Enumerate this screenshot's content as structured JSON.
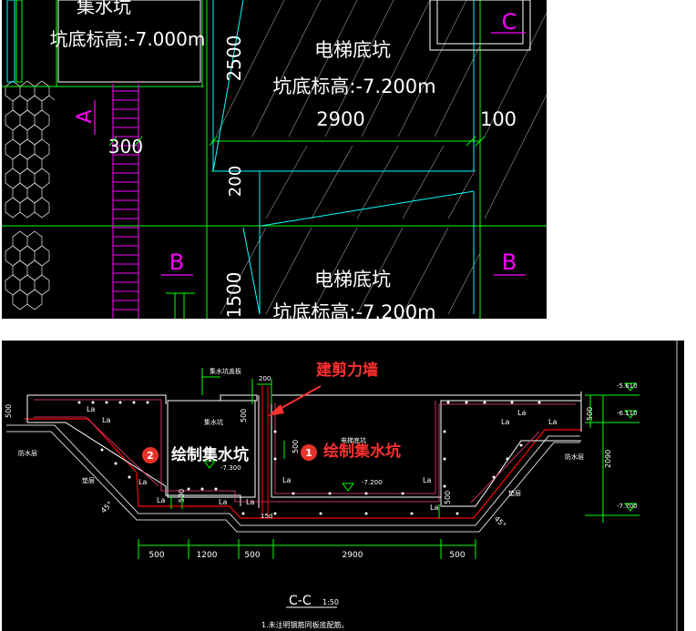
{
  "top_plan": {
    "sump_label": "集水坑",
    "sump_elevation": "坑底标高:-7.000m",
    "pit_upper_label": "电梯底坑",
    "pit_upper_elevation": "坑底标高:-7.200m",
    "pit_lower_label": "电梯底坑",
    "pit_lower_elevation": "坑底标高:-7.200m",
    "dim_2500": "2500",
    "dim_2900": "2900",
    "dim_100": "100",
    "dim_300": "300",
    "dim_200": "200",
    "dim_1500": "1500",
    "marker_a": "A",
    "marker_b_left": "B",
    "marker_b_right": "B",
    "marker_c": "C"
  },
  "section": {
    "callout_wall": "建剪力墙",
    "badge_1": "1",
    "label_1": "绘制集水坑",
    "badge_2": "2",
    "label_2": "绘制集水坑",
    "sump_label": "集水坑",
    "pit_label": "电梯底坑",
    "board_label": "集水坑盖板",
    "lev_top": "-5.610",
    "lev_mid": "-6.110",
    "lev_bot": "-7.700",
    "lev_sump": "-7.300",
    "lev_pit": "-7.200",
    "dim_500_right": "500",
    "dim_2090": "2090",
    "dim_200_top": "200",
    "dim_500_v": "500",
    "dim_500_v2": "500",
    "dim_500_v3": "500",
    "dim_500_v4": "500",
    "dim_500_v5": "500",
    "angle_left": "45°",
    "angle_right": "45°",
    "bottom_dims": [
      "500",
      "1200",
      "500",
      "2900",
      "500"
    ],
    "la_labels": [
      "La",
      "La",
      "La",
      "La",
      "La",
      "La",
      "La",
      "La",
      "La",
      "La",
      "La",
      "La"
    ],
    "la_note": "15d",
    "waterproof_left": "防水层",
    "waterproof_right": "防水层",
    "cushion_left": "垫层",
    "cushion_right": "垫层",
    "title": "C-C",
    "scale": "1:50",
    "note": "1.未注明钢筋同板底配筋。"
  },
  "colors": {
    "cyan": "#00ffff",
    "green": "#00ff00",
    "magenta": "#ff00ff",
    "white": "#ffffff",
    "red": "#ff0000",
    "callout": "#ff3030",
    "badge": "#e8332a"
  }
}
